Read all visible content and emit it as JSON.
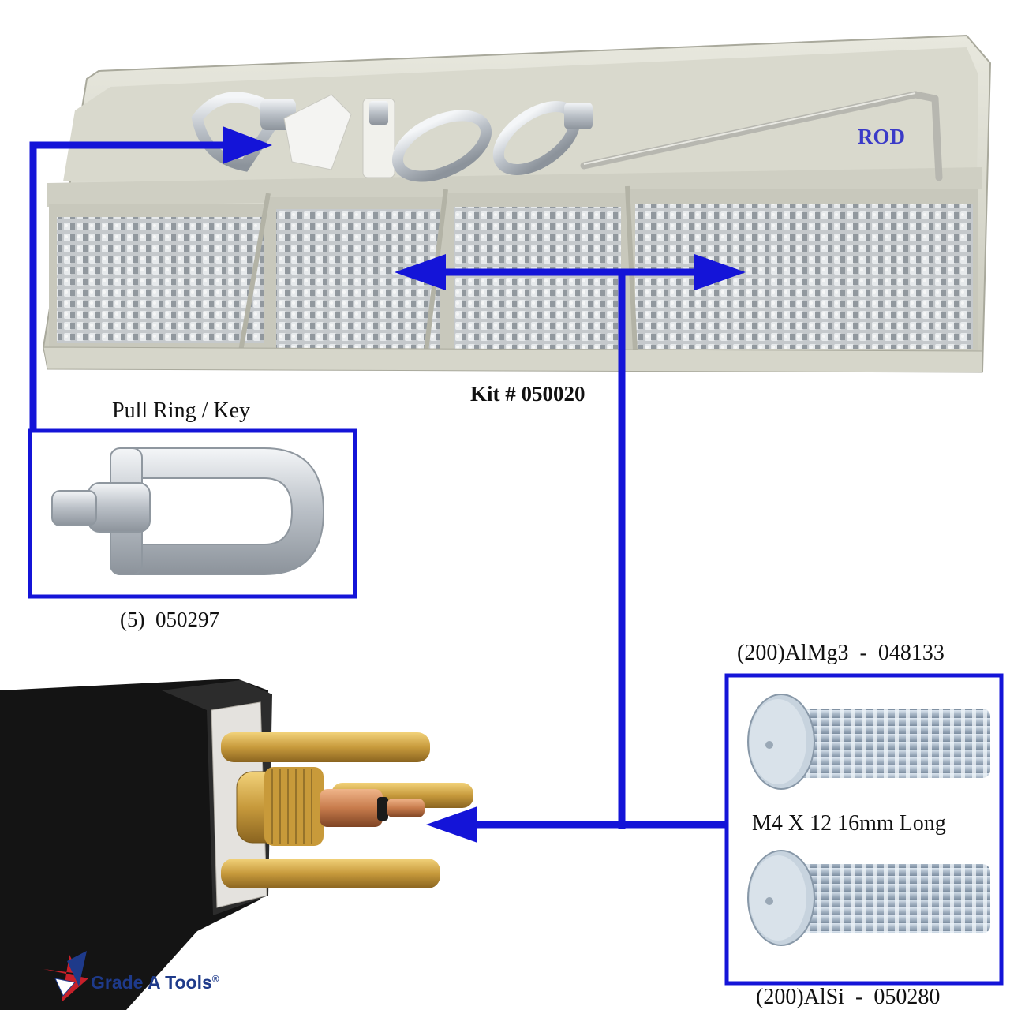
{
  "labels": {
    "rod": "ROD",
    "kit": "Kit # 050020",
    "pull_ring_title": "Pull Ring / Key",
    "pull_ring_part": "(5)  050297",
    "stud_almg3": "(200)AlMg3  -  048133",
    "stud_size": "M4 X 12 16mm Long",
    "stud_alsi": "(200)AlSi  -  050280"
  },
  "brand": {
    "name": "Grade A Tools",
    "registered": "®"
  },
  "colors": {
    "arrow_blue": "#1414d8",
    "rod_label": "#3a3ac8",
    "tray": "#dcdcd0",
    "brass": "#c9a24a"
  }
}
